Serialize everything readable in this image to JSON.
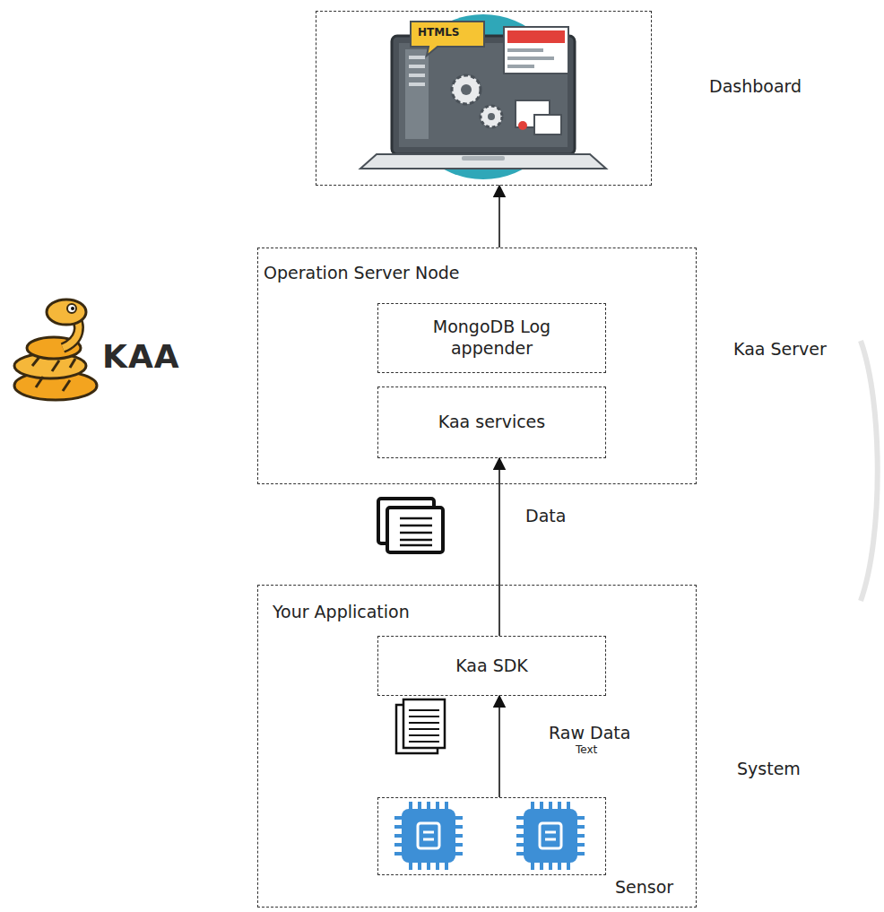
{
  "diagram": {
    "nodes": [
      {
        "text": [
          "Dashboard"
        ]
      },
      {
        "text": [
          "Operation Server Node"
        ]
      },
      {
        "text": [
          "MongoDB Log appender"
        ],
        "in": 1
      },
      {
        "text": [
          "Kaa services"
        ],
        "in": 1
      },
      {
        "text": [
          "Your Application"
        ]
      },
      {
        "text": [
          "Kaa SDK"
        ],
        "in": 4
      },
      {
        "text": [
          "Sensor"
        ],
        "in": 4
      }
    ],
    "edges": [
      {
        "from": 6,
        "to": 5,
        "arrow": "to",
        "label": "Raw Data"
      },
      {
        "from": 5,
        "to": 3,
        "arrow": "to",
        "label": "Data"
      },
      {
        "from": 1,
        "to": 0,
        "arrow": "to"
      }
    ],
    "labels": [
      "HTMLS",
      "KAA",
      "Kaa Server",
      "System",
      "Text"
    ]
  }
}
